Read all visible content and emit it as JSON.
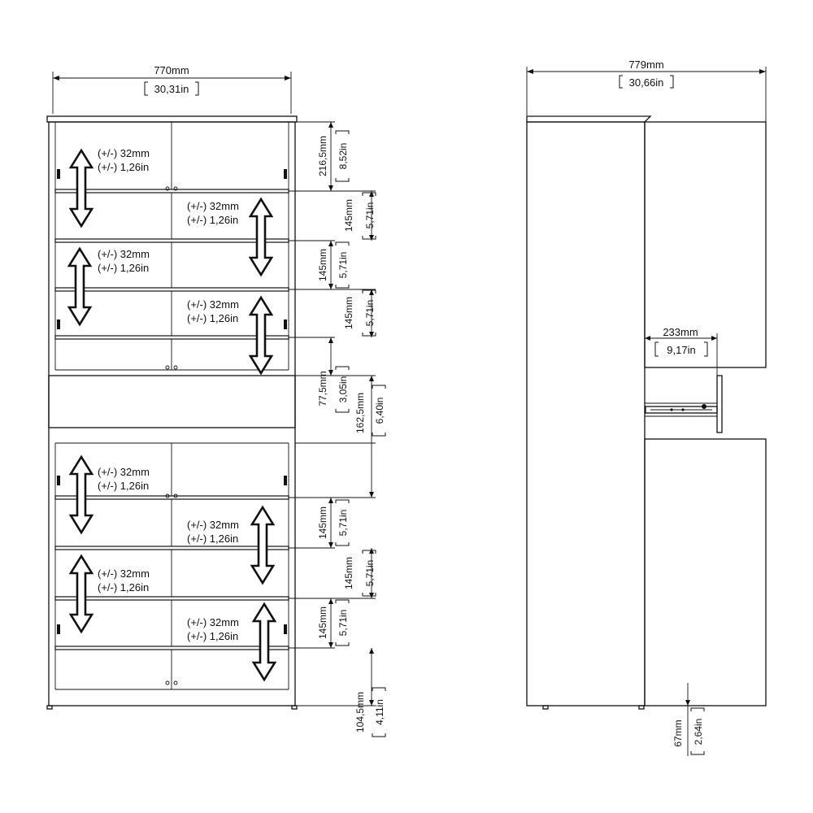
{
  "front": {
    "width": {
      "mm": "770mm",
      "in": "30,31in"
    },
    "adjustable": {
      "mm": "(+/-) 32mm",
      "in": "(+/-) 1,26in"
    },
    "heights": [
      {
        "mm": "216,5mm",
        "in": "8,52in"
      },
      {
        "mm": "145mm",
        "in": "5,71in"
      },
      {
        "mm": "145mm",
        "in": "5,71in"
      },
      {
        "mm": "145mm",
        "in": "5,71in"
      },
      {
        "mm": "77,5mm",
        "in": "3,05in"
      },
      {
        "mm": "162,5mm",
        "in": "6,40in"
      },
      {
        "mm": "145mm",
        "in": "5,71in"
      },
      {
        "mm": "145mm",
        "in": "5,71in"
      },
      {
        "mm": "145mm",
        "in": "5,71in"
      },
      {
        "mm": "104,5mm",
        "in": "4,11in"
      }
    ]
  },
  "side": {
    "depth": {
      "mm": "779mm",
      "in": "30,66in"
    },
    "drawer_depth": {
      "mm": "233mm",
      "in": "9,17in"
    },
    "plinth": {
      "mm": "67mm",
      "in": "2,64in"
    }
  }
}
